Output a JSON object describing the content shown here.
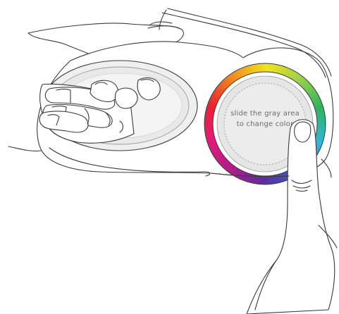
{
  "instruction": {
    "line1": "slide the gray area",
    "line2": "to change color"
  },
  "colors": {
    "outline": "#3a3a3a",
    "touch_area": "#e6e6e6",
    "touch_area_inner": "#ececec",
    "dots": "#b5b5b5",
    "pad_gray": "#e9e9e9",
    "ring_spectrum": [
      "#f0e31f",
      "#9bd14a",
      "#2fb35e",
      "#2fb7d9",
      "#3b5dc9",
      "#5b2f9b",
      "#b01a8a",
      "#e6197a",
      "#e8232e",
      "#f28c1c"
    ]
  },
  "icons": {
    "device": "handheld-controller",
    "ring": "color-wheel-ring",
    "hands": "hand-holding-device"
  }
}
